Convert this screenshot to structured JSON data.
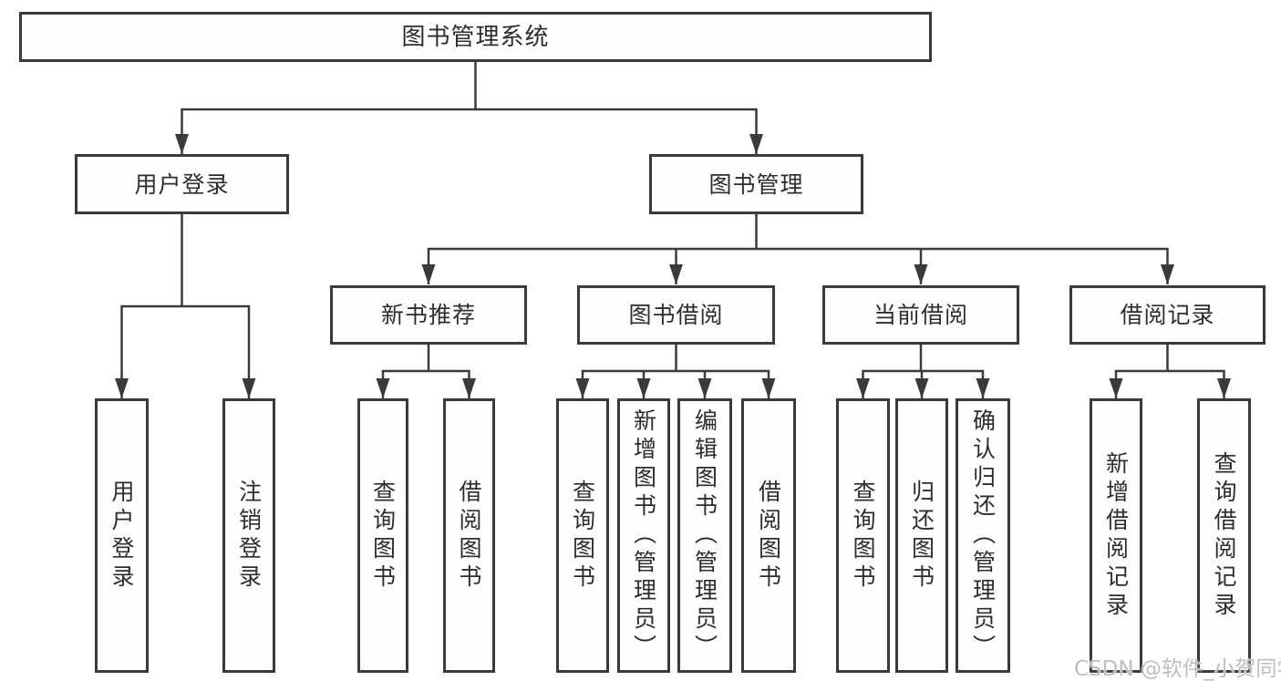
{
  "diagram_type": "tree",
  "title": "图书管理系统",
  "tree": {
    "label": "图书管理系统",
    "children": [
      {
        "label": "用户登录",
        "children": [
          {
            "label": "用户登录"
          },
          {
            "label": "注销登录"
          }
        ]
      },
      {
        "label": "图书管理",
        "children": [
          {
            "label": "新书推荐",
            "children": [
              {
                "label": "查询图书"
              },
              {
                "label": "借阅图书"
              }
            ]
          },
          {
            "label": "图书借阅",
            "children": [
              {
                "label": "查询图书"
              },
              {
                "label": "新增图书（管理员）"
              },
              {
                "label": "编辑图书（管理员）"
              },
              {
                "label": "借阅图书"
              }
            ]
          },
          {
            "label": "当前借阅",
            "children": [
              {
                "label": "查询图书"
              },
              {
                "label": "归还图书"
              },
              {
                "label": "确认归还（管理员）"
              }
            ]
          },
          {
            "label": "借阅记录",
            "children": [
              {
                "label": "新增借阅记录"
              },
              {
                "label": "查询借阅记录"
              }
            ]
          }
        ]
      }
    ]
  },
  "watermark": "CSDN @软件_小贺同学",
  "colors": {
    "line": "#3a3a3a",
    "box_border": "#3a3a3a",
    "box_fill": "#fefefe",
    "text": "#2d2d2d",
    "background": "#ffffff",
    "watermark": "#bdbdbd"
  }
}
